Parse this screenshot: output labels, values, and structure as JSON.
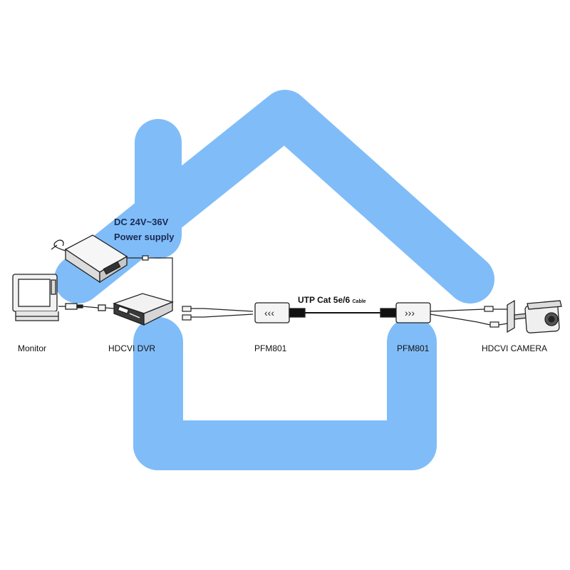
{
  "colors": {
    "house": "#80bdf8",
    "line": "#111111",
    "device_fill": "#e8e8e8",
    "device_dark": "#333333"
  },
  "psu": {
    "line1": "DC 24V~36V",
    "line2": "Power supply"
  },
  "cable": {
    "main": "UTP Cat 5e/6",
    "suffix": "Cable"
  },
  "labels": {
    "monitor": "Monitor",
    "dvr": "HDCVI DVR",
    "balun_left": "PFM801",
    "balun_right": "PFM801",
    "camera": "HDCVI CAMERA"
  },
  "icons": {
    "house": "house-outline-icon",
    "monitor": "crt-monitor-icon",
    "dvr": "dvr-recorder-icon",
    "psu": "power-adapter-icon",
    "balun": "video-balun-icon",
    "camera": "bullet-camera-icon"
  }
}
